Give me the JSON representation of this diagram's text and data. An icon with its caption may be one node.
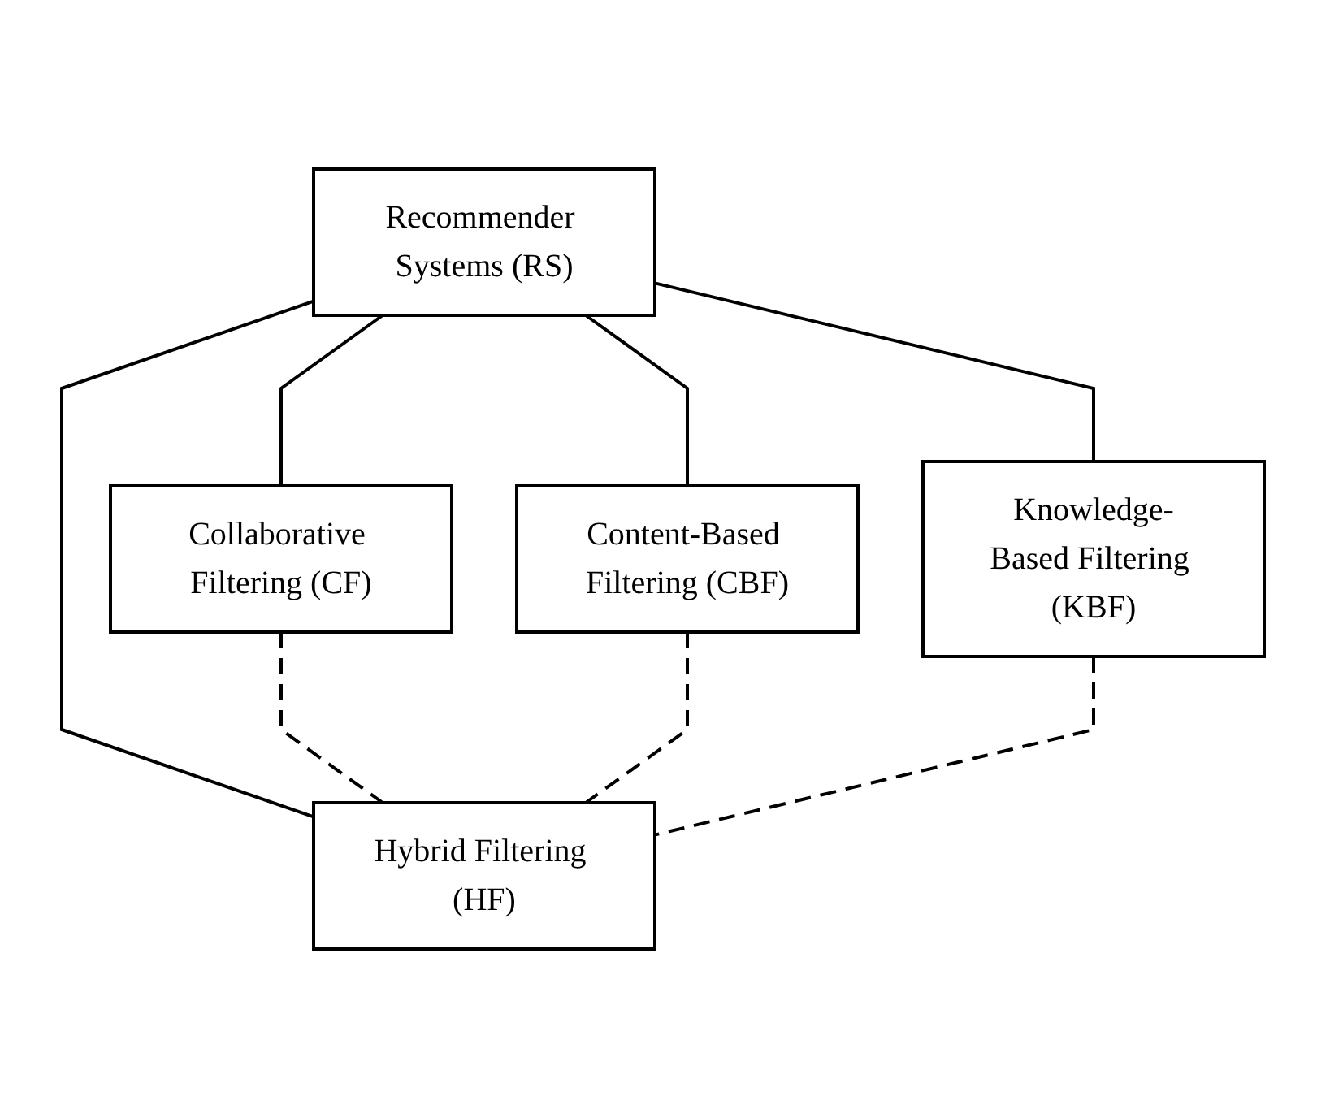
{
  "diagram": {
    "nodes": [
      {
        "text": [
          "Recommender Systems (RS)"
        ]
      },
      {
        "text": [
          "Collaborative Filtering (CF)"
        ]
      },
      {
        "text": [
          "Content-Based Filtering (CBF)"
        ]
      },
      {
        "text": [
          "Knowledge-Based Filtering (KBF)"
        ]
      },
      {
        "text": [
          "Hybrid Filtering (HF)"
        ]
      }
    ],
    "edges": [
      {
        "from": 0,
        "to": 1,
        "arrow": "none"
      },
      {
        "from": 0,
        "to": 4,
        "arrow": "none"
      },
      {
        "from": 0,
        "to": 2,
        "arrow": "none"
      },
      {
        "from": 0,
        "to": 3,
        "arrow": "none"
      },
      {
        "from": 1,
        "to": 4,
        "arrow": "none",
        "style": "dashed"
      },
      {
        "from": 2,
        "to": 4,
        "arrow": "none",
        "style": "dashed"
      },
      {
        "from": 3,
        "to": 4,
        "arrow": "none",
        "style": "dashed"
      }
    ]
  }
}
